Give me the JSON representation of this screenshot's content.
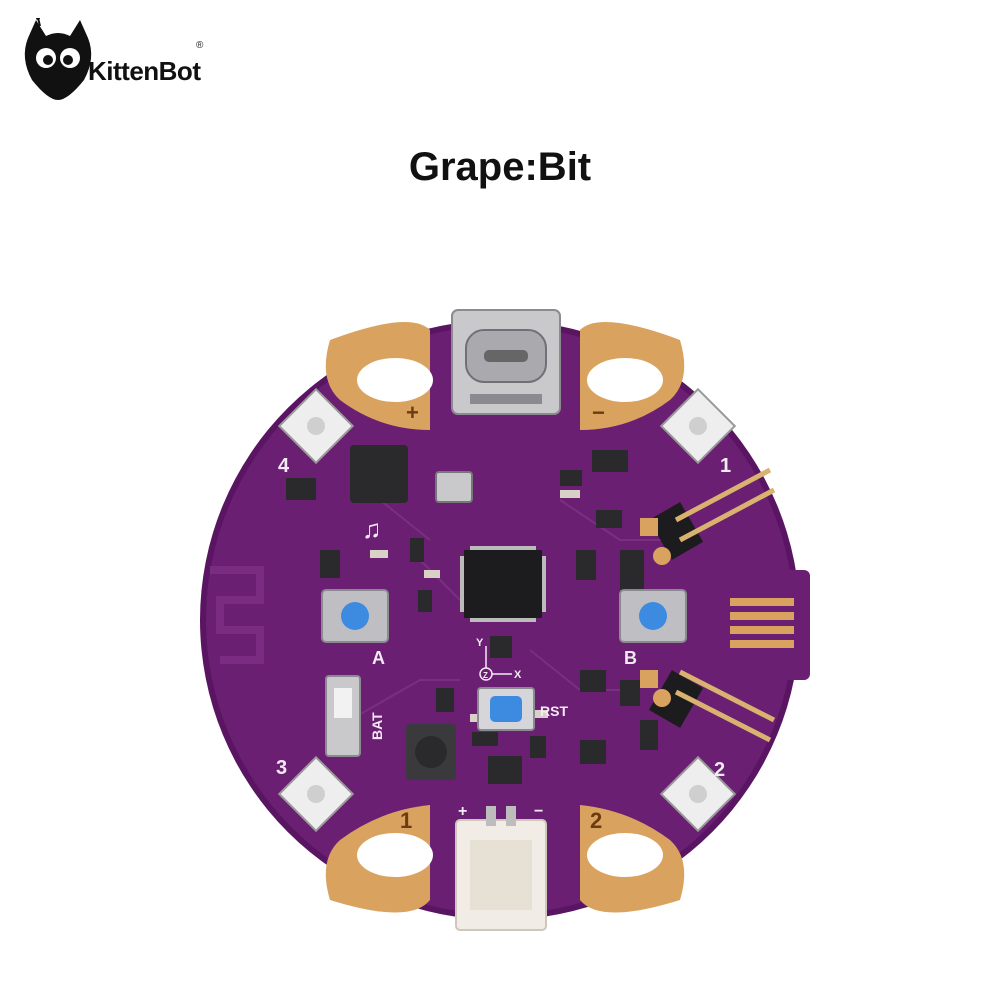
{
  "brand": {
    "name": "KittenBot",
    "registered_mark": "®",
    "logo_icon": "cat-face-icon"
  },
  "title": "Grape:Bit",
  "board": {
    "colors": {
      "pcb": "#6a1f72",
      "pcb_edge": "#5a1562",
      "gold": "#d9a35f",
      "silk": "#f3eaf3",
      "button_cap": "#3c8be0"
    },
    "pads": {
      "plus": "+",
      "minus": "−",
      "one": "1",
      "two": "2"
    },
    "corner_labels": {
      "top_left": "4",
      "top_right": "1",
      "bottom_left": "3",
      "bottom_right": "2"
    },
    "silkscreen": {
      "button_a": "A",
      "button_b": "B",
      "reset": "RST",
      "battery": "BAT",
      "battery_plus": "+",
      "battery_minus": "−",
      "axis_y": "Y",
      "axis_z": "Z",
      "axis_x": "X",
      "music_icon": "♫"
    }
  }
}
